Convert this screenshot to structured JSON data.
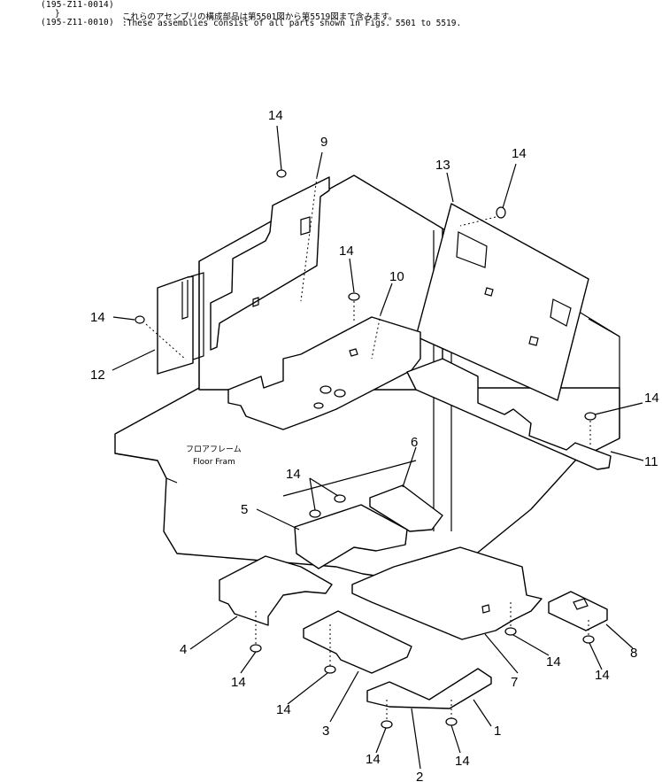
{
  "header": {
    "line1": "(195-Z11-0014)",
    "line2": "}",
    "line3": "(195-Z11-0010)",
    "note_jp": "これらのアセンブリの構成部品は第5501図から第5519図まで含みます。",
    "note_en": ":These assemblies consist of all parts shown in Figs. 5501 to 5519."
  },
  "frame_label": {
    "jp": "フロアフレーム",
    "en": "Floor Fram"
  },
  "callouts": {
    "c1": "1",
    "c2": "2",
    "c3": "3",
    "c4": "4",
    "c5": "5",
    "c6": "6",
    "c7": "7",
    "c8": "8",
    "c9": "9",
    "c10": "10",
    "c11": "11",
    "c12": "12",
    "c13": "13",
    "c14": "14"
  }
}
